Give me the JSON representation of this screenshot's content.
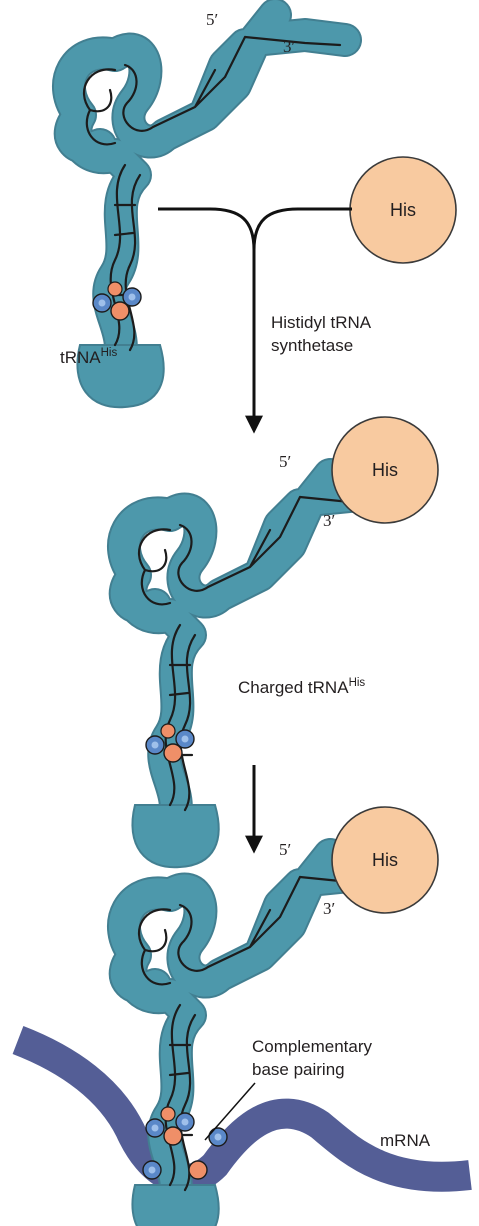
{
  "labels": {
    "trna_main": "tRNA",
    "trna_sup": "His",
    "enzyme_line1": "Histidyl tRNA",
    "enzyme_line2": "synthetase",
    "charged_main": "Charged tRNA",
    "charged_sup": "His",
    "complementary_line1": "Complementary",
    "complementary_line2": "base pairing",
    "mrna": "mRNA",
    "five_prime": "5′",
    "three_prime": "3′",
    "amino_acid": "His"
  },
  "colors": {
    "trna_body": "#4d98ab",
    "trna_outline": "#427f91",
    "amino_acid_fill": "#f8caa0",
    "mrna": "#545e96",
    "base_blue": "#5a88c8",
    "base_orange": "#ef8f68",
    "arrow": "#111111"
  }
}
